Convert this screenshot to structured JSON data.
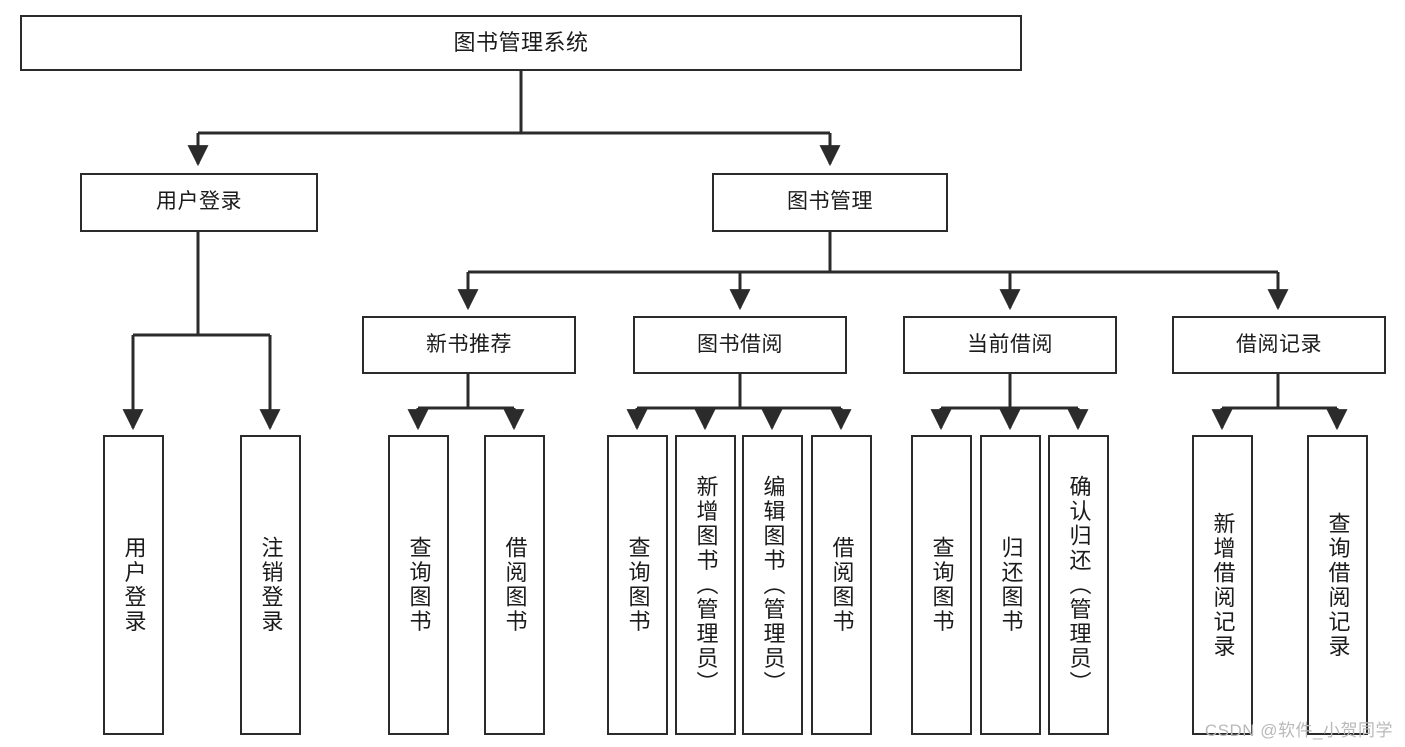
{
  "diagram": {
    "type": "hierarchy-tree",
    "title": "图书管理系统",
    "watermark": "CSDN @软件_小贺同学",
    "colors": {
      "box_border": "#2b2b2b",
      "box_fill": "#ffffff",
      "edge": "#2b2b2b",
      "text": "#1b1b1b",
      "watermark": "#b9b9b9"
    },
    "nodes": {
      "root": {
        "label": "图书管理系统"
      },
      "level2": [
        {
          "id": "user-login",
          "label": "用户登录"
        },
        {
          "id": "book-management",
          "label": "图书管理"
        }
      ],
      "level3": [
        {
          "id": "new-book-recommend",
          "label": "新书推荐"
        },
        {
          "id": "book-borrow",
          "label": "图书借阅"
        },
        {
          "id": "current-borrow",
          "label": "当前借阅"
        },
        {
          "id": "borrow-record",
          "label": "借阅记录"
        }
      ],
      "leaves": [
        {
          "id": "leaf-user-login",
          "parent": "user-login",
          "label": "用户登录"
        },
        {
          "id": "leaf-logout",
          "parent": "user-login",
          "label": "注销登录"
        },
        {
          "id": "leaf-query-book-1",
          "parent": "new-book-recommend",
          "label": "查询图书"
        },
        {
          "id": "leaf-borrow-book-1",
          "parent": "new-book-recommend",
          "label": "借阅图书"
        },
        {
          "id": "leaf-query-book-2",
          "parent": "book-borrow",
          "label": "查询图书"
        },
        {
          "id": "leaf-add-book",
          "parent": "book-borrow",
          "label": "新增图书（管理员）"
        },
        {
          "id": "leaf-edit-book",
          "parent": "book-borrow",
          "label": "编辑图书（管理员）"
        },
        {
          "id": "leaf-borrow-book-2",
          "parent": "book-borrow",
          "label": "借阅图书"
        },
        {
          "id": "leaf-query-book-3",
          "parent": "current-borrow",
          "label": "查询图书"
        },
        {
          "id": "leaf-return-book",
          "parent": "current-borrow",
          "label": "归还图书"
        },
        {
          "id": "leaf-confirm-return",
          "parent": "current-borrow",
          "label": "确认归还（管理员）"
        },
        {
          "id": "leaf-add-record",
          "parent": "borrow-record",
          "label": "新增借阅记录"
        },
        {
          "id": "leaf-query-record",
          "parent": "borrow-record",
          "label": "查询借阅记录"
        }
      ]
    }
  }
}
